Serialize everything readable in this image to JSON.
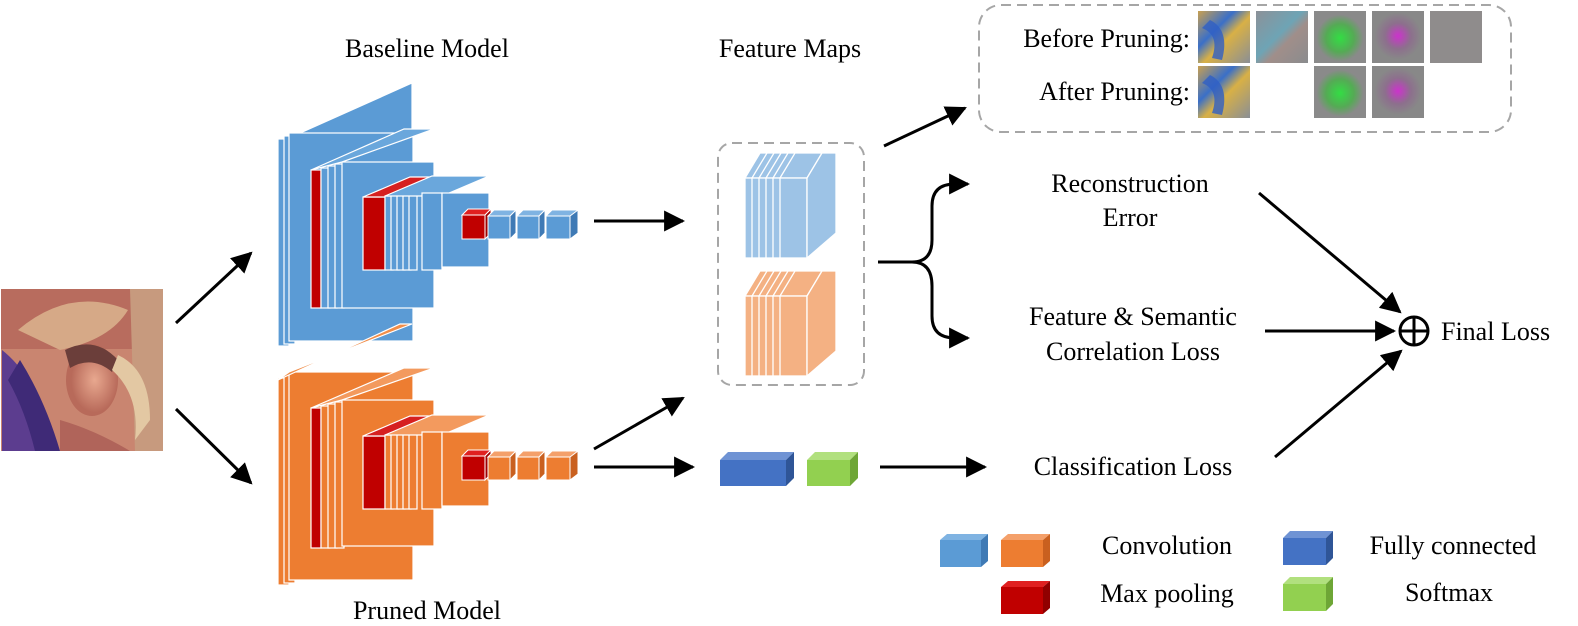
{
  "labels": {
    "baseline_model": "Baseline Model",
    "pruned_model": "Pruned Model",
    "feature_maps": "Feature Maps",
    "before_pruning": "Before Pruning:",
    "after_pruning": "After Pruning:",
    "reconstruction_error_line1": "Reconstruction",
    "reconstruction_error_line2": "Error",
    "correlation_loss_line1": "Feature & Semantic",
    "correlation_loss_line2": "Correlation Loss",
    "classification_loss": "Classification Loss",
    "final_loss": "Final Loss"
  },
  "legend": {
    "convolution": "Convolution",
    "max_pooling": "Max pooling",
    "fully_connected": "Fully connected",
    "softmax": "Softmax"
  },
  "colors": {
    "baseline_blue": "#5b9bd5",
    "pruned_orange": "#ed7d31",
    "max_pool_red": "#c00000",
    "fc_blue": "#4472c4",
    "softmax_green": "#92d050",
    "feature_map_blue": "#9dc3e6",
    "feature_map_orange": "#f4b183"
  },
  "filters": {
    "before": [
      "blue-yellow-edge",
      "cyan-diagonal",
      "green-blob",
      "magenta-blob",
      "gray-flat"
    ],
    "after": [
      "blue-yellow-edge",
      "pruned",
      "green-blob",
      "magenta-blob"
    ]
  }
}
